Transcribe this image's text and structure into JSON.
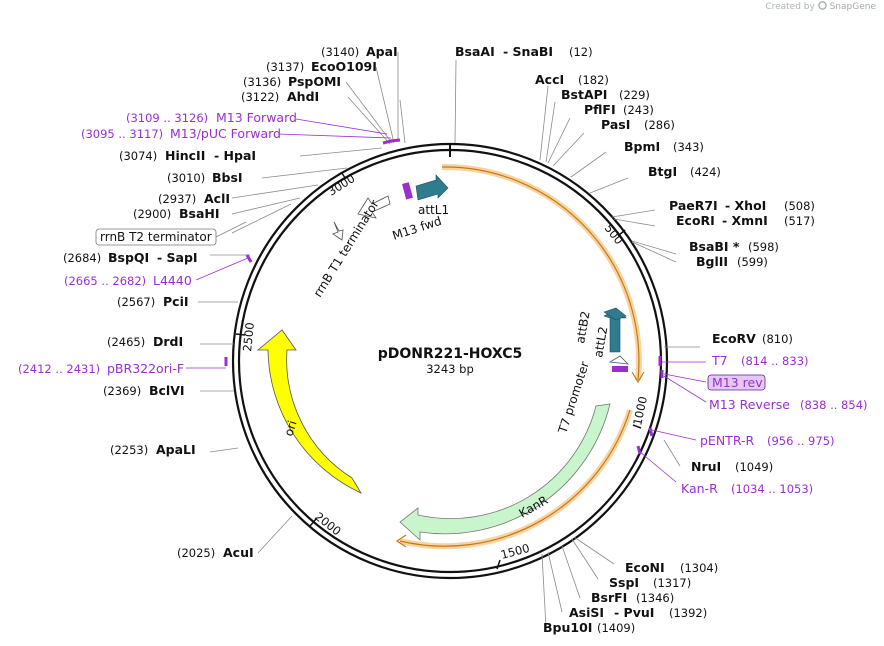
{
  "credit": {
    "prefix": "Created by",
    "brand": "SnapGene"
  },
  "plasmid": {
    "name": "pDONR221-HOXC5",
    "length": "3243 bp",
    "total_bp": 3243
  },
  "enzymes": [
    {
      "name": "ApaI",
      "pos": "(3140)"
    },
    {
      "name": "EcoO109I",
      "pos": "(3137)"
    },
    {
      "name": "PspOMI",
      "pos": "(3136)"
    },
    {
      "name": "AhdI",
      "pos": "(3122)"
    },
    {
      "name": "HincII",
      "name2": "HpaI",
      "pos": "(3074)"
    },
    {
      "name": "BbsI",
      "pos": "(3010)"
    },
    {
      "name": "AclI",
      "pos": "(2937)"
    },
    {
      "name": "BsaHI",
      "pos": "(2900)"
    },
    {
      "name": "BspQI",
      "name2": "SapI",
      "pos": "(2684)"
    },
    {
      "name": "PciI",
      "pos": "(2567)"
    },
    {
      "name": "DrdI",
      "pos": "(2465)"
    },
    {
      "name": "BclVI",
      "pos": "(2369)"
    },
    {
      "name": "ApaLI",
      "pos": "(2253)"
    },
    {
      "name": "AcuI",
      "pos": "(2025)"
    },
    {
      "name": "BsaAI",
      "name2": "SnaBI",
      "pos": "(12)"
    },
    {
      "name": "AccI",
      "pos": "(182)"
    },
    {
      "name": "BstAPI",
      "pos": "(229)"
    },
    {
      "name": "PflFI",
      "pos": "(243)"
    },
    {
      "name": "PasI",
      "pos": "(286)"
    },
    {
      "name": "BpmI",
      "pos": "(343)"
    },
    {
      "name": "BtgI",
      "pos": "(424)"
    },
    {
      "name": "PaeR7I",
      "name2": "XhoI",
      "pos": "(508)"
    },
    {
      "name": "EcoRI",
      "name2": "XmnI",
      "pos": "(517)"
    },
    {
      "name": "BsaBI *",
      "pos": "(598)"
    },
    {
      "name": "BglII",
      "pos": "(599)"
    },
    {
      "name": "EcoRV",
      "pos": "(810)"
    },
    {
      "name": "NruI",
      "pos": "(1049)"
    },
    {
      "name": "EcoNI",
      "pos": "(1304)"
    },
    {
      "name": "SspI",
      "pos": "(1317)"
    },
    {
      "name": "BsrFI",
      "pos": "(1346)"
    },
    {
      "name": "AsiSI",
      "name2": "PvuI",
      "pos": "(1392)"
    },
    {
      "name": "Bpu10I",
      "pos": "(1409)"
    }
  ],
  "primers": [
    {
      "pos": "(3109 .. 3126)",
      "name": "M13 Forward"
    },
    {
      "pos": "(3095 .. 3117)",
      "name": "M13/pUC Forward"
    },
    {
      "pos": "(2665 .. 2682)",
      "name": "L4440"
    },
    {
      "pos": "(2412 .. 2431)",
      "name": "pBR322ori-F"
    },
    {
      "name": "T7",
      "pos": "(814 .. 833)"
    },
    {
      "name": "M13 rev"
    },
    {
      "name": "M13 Reverse",
      "pos": "(838 .. 854)"
    },
    {
      "name": "pENTR-R",
      "pos": "(956 .. 975)"
    },
    {
      "name": "Kan-R",
      "pos": "(1034 .. 1053)"
    }
  ],
  "boxed_feature": "rrnB T2 terminator",
  "features": {
    "attL1": "attL1",
    "m13fwd": "M13 fwd",
    "rrnb_t1": "rrnB T1 terminator",
    "attb2": "attB2",
    "attl2": "attL2",
    "t7prom": "T7 promoter",
    "kanr": "KanR",
    "ori": "ori"
  },
  "ticks": [
    "500",
    "1000",
    "1500",
    "2000",
    "2500",
    "3000"
  ],
  "colors": {
    "primer": "#9a2fd0",
    "attL": "#2e7c8e",
    "kanR": "#c9f5cc",
    "ori": "#ffff00",
    "orf": "#f5a623"
  }
}
